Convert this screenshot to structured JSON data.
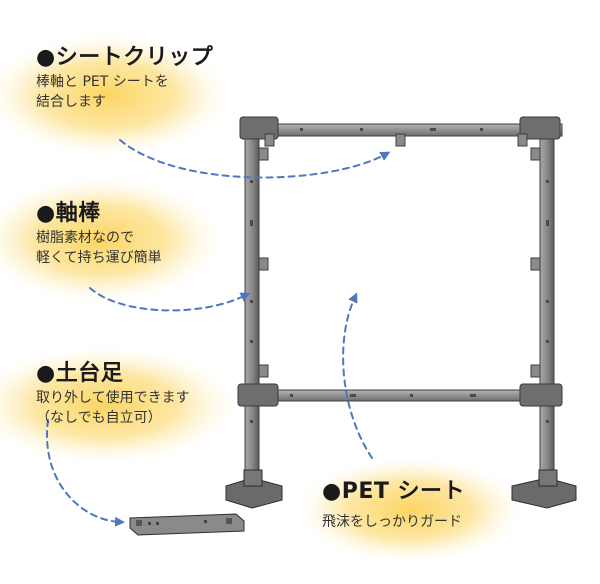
{
  "colors": {
    "glow": "#fbd35a",
    "frame": "#8d8d8d",
    "frame_dark": "#3f3f3f",
    "arrow": "#4d78c0"
  },
  "callouts": [
    {
      "title": "●シートクリップ",
      "desc_lines": [
        "棒軸と PET シートを",
        "結合します"
      ]
    },
    {
      "title": "●軸棒",
      "desc_lines": [
        "樹脂素材なので",
        "軽くて持ち運び簡単"
      ]
    },
    {
      "title": "●土台足",
      "desc_lines": [
        "取り外して使用できます",
        "（なしでも自立可）"
      ]
    },
    {
      "title": "●PET シート",
      "desc_lines": [
        "飛沫をしっかりガード"
      ]
    }
  ]
}
